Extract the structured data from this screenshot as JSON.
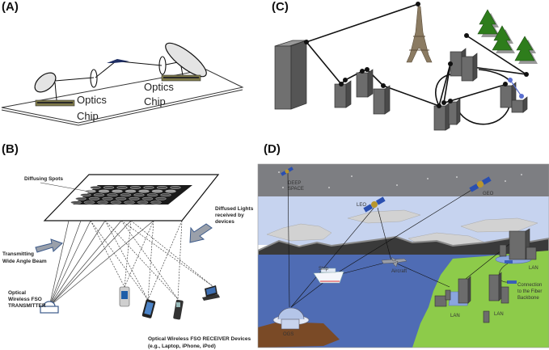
{
  "panels": {
    "a": {
      "label": "(A)",
      "left_text": [
        "Optics",
        "Chip"
      ],
      "right_text": [
        "Optics",
        "Chip"
      ]
    },
    "b": {
      "label": "(B)",
      "diffusing_spots": "Diffusing Spots",
      "diffused_lights": [
        "Diffused Lights",
        "received by",
        "devices"
      ],
      "transmitting_beam": [
        "Transmitting",
        "Wide Angle Beam"
      ],
      "transmitter": [
        "Optical",
        "Wireless FSO",
        "TRANSMITTER"
      ],
      "receiver_devices": [
        "Optical Wireless FSO RECEIVER Devices",
        "(e.g., Laptop, iPhone, iPod)"
      ]
    },
    "c": {
      "label": "(C)"
    },
    "d": {
      "label": "(D)",
      "deep_space": [
        "DEEP",
        "SPACE"
      ],
      "leo": "LEO",
      "geo": "GEO",
      "ship": "Ship",
      "aircraft": "Aircraft",
      "ogs": "OGS",
      "lan_1": "LAN",
      "lan_2": "LAN",
      "lan_3": "LAN",
      "connection": [
        "Connection",
        "to the Fiber",
        "Backbone"
      ]
    }
  },
  "colors": {
    "space": "#7d7e82",
    "sky": "#c6d3ef",
    "mountain": "#3a3a3a",
    "sea": "#4f6cb4",
    "land": "#8dcb4a",
    "ground": "#7a4a26",
    "building": "#6c6c6c",
    "tree": "#2e7d1c",
    "lan_pad": "#8aa5de"
  }
}
